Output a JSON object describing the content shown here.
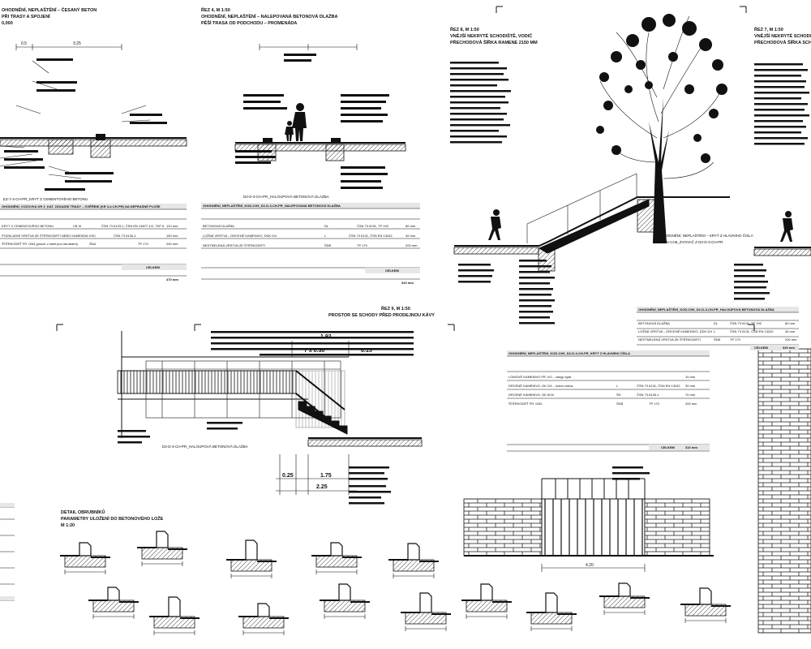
{
  "sheet": {
    "top_left": {
      "title_lines": [
        "OHODNĚNÍ, NEPLAŠTĚNÍ – ČESANÝ BETON",
        "PŘI TRASY A SPOJENÍ",
        "0,000"
      ],
      "dims": [
        "0.5",
        "3.25"
      ],
      "legend": "EZ-7-4-CH-PR_KRYT Z CEMENTOVÉHO BETONU",
      "table_header": "OHODNĚNÍ, VOZOVKA KR 3_KAT. ZÁSADNÍ TRASY – OVĚŘENÍ (KR 3-4-CH-PR) NA NEPRAŠNÉ PLOŠE",
      "rows": [
        [
          "KRYT Z CEMENTOVÉHO BETONU",
          "CB III",
          "ČSN 73 6123-1, ČSN EN 13877-1/2, TKP 6",
          "120 mm"
        ],
        [
          "PODKLADNÍ VRSTVA ZE ŠTĚRKODRTI NEBO KAMENIVA",
          "KSC",
          "ČSN 73 6126-1",
          "150 mm"
        ],
        [
          "ŠTĚRKODRŤ FR. 0/63 (pouze v části pod obrubami)",
          "ŠDA",
          "TP 170",
          "200 mm"
        ]
      ],
      "total": "CELKEM",
      "total_value": "470 mm"
    },
    "top_mid": {
      "title_lines": [
        "ŘEZ 4, M 1:50",
        "OHODNĚNÍ, NEPLAŠTĚNÍ – NALEPOVANÁ BETONOVÁ DLAŽBA",
        "PĚŠÍ TRASA OD PODCHODU – PROMENÁDA"
      ],
      "legend": "D2-D-3-CH-PR_HALOUPOVÁ BETONOVÁ DLAŽBA",
      "table_header": "OHODNĚNÍ, NEPLAŠTĚNÍ_KOD-CH3_D2-D-3-CH-PR_NALEPOVANÁ BETONOVÁ DLAŽBA",
      "rows": [
        [
          "BETONOVÁ DLAŽBA",
          "DL",
          "ČSN 73 6131, TP 192",
          "80 mm"
        ],
        [
          "LOŽNÁ VRSTVA – DRCENÉ KAMENIVO, DDK 0/4",
          "L",
          "ČSN 73 6131, ČSN EN 13242",
          "40 mm"
        ],
        [
          "NESTMELENÁ VRSTVA ZE ŠTĚRKODRTI",
          "ŠDB",
          "TP 170",
          "200 mm"
        ]
      ],
      "total": "CELKEM",
      "total_value": "320 mm"
    },
    "top_right": {
      "title_lines": [
        "ŘEZ 8, M 1:50",
        "VNĚJŠÍ NEKRYTÉ SCHODIŠTĚ, VODIČ",
        "PŘECHODOVÁ ŠÍŘKA RAMENE 2150 MM"
      ],
      "legend": "OHODNĚNÍ, NEPLAŠTĚNÍ – KRYT Z HLAVNÍHO ČÍSLA",
      "sub_legend": "KOD-CH6_ZVOVAČ Z D2-D-3-CH-PR",
      "table_header": "OHODNĚNÍ, NEPLAŠTĚNÍ_KOD-CH6_D2-D-3-CH-PR_HALOUPOVÁ BETONOVÁ DLAŽBA",
      "rows": [
        [
          "BETONOVÁ DLAŽBA",
          "DL",
          "ČSN 73 6131, TP 192",
          "80 mm"
        ],
        [
          "LOŽNÁ VRSTVA – DRCENÉ KAMENIVO, DDK 0/4",
          "L",
          "ČSN 73 6131, ČSN EN 13242",
          "40 mm"
        ],
        [
          "NESTMELENÁ VRSTVA ZE ŠTĚRKODRTI",
          "ŠDB",
          "TP 170",
          "200 mm"
        ]
      ],
      "total": "CELKEM",
      "total_value": "320 mm"
    },
    "far_right": {
      "title_lines": [
        "ŘEZ 7, M 1:50",
        "VNĚJŠÍ NEKRYTÉ SCHODIŠTĚ, PROMENÁDA",
        "PŘECHODOVÁ ŠÍŘKA SCHODIŠŤOVÉHO RAMENE"
      ]
    },
    "mid_center": {
      "title_lines": [
        "ŘEZ 9, M 1:50",
        "PROSTOR SE SCHODY PŘED PRODEJNOU KÁVY"
      ],
      "dims": [
        "1.92",
        "7 x 0.30",
        "0.15",
        "0.25",
        "1.75",
        "2.25"
      ],
      "legend": "D2-D-3-CH-PR_HALOUPOVÁ BETONOVÁ DLAŽBA"
    },
    "center_table": {
      "header": "OHODNĚNÍ, NEPLAŠTĚNÍ_KOD-CH6_D2-D-3-CH-PR_KRYT Z HLAVNÍHO ČÍSLA",
      "rows": [
        [
          "LOMOVÉ KAMENIVO FR. 0/2 – zásyp spár",
          "",
          "",
          "10 mm"
        ],
        [
          "DRCENÉ KAMENIVO, DK 2/4 – ložná vrstva",
          "L",
          "ČSN 73 6131, ČSN EN 13242",
          "30 mm"
        ],
        [
          "DRCENÉ KAMENIVO, DK 8/16",
          "ŠD",
          "ČSN 73 6126-1",
          "70 mm"
        ],
        [
          "ŠTĚRKODRŤ FR. 0/63",
          "ŠDB",
          "TP 170",
          "200 mm"
        ]
      ],
      "total": "CELKEM",
      "total_value": "310 mm"
    },
    "detail": {
      "title_lines": [
        "DETAIL OBRUBNÍKŮ",
        "PARAMETRY ULOŽENÍ DO BETONOVÉHO LOŽE",
        "M 1:20"
      ]
    },
    "bottom_right": {
      "dim": "4.20"
    }
  },
  "colors": {
    "ink": "#111111",
    "paper": "#ffffff",
    "table_header": "#e6e6e6"
  }
}
